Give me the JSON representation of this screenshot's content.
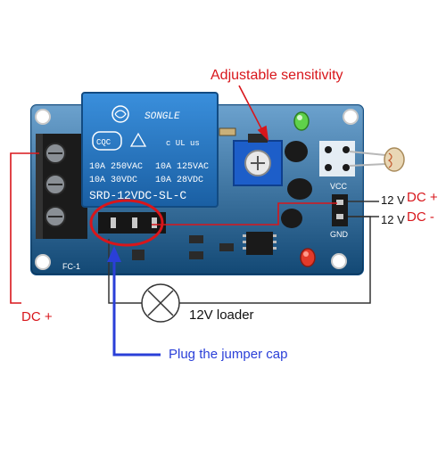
{
  "annotations": {
    "sensitivity": "Adjustable sensitivity",
    "dc_plus_left": "DC +",
    "loader": "12V loader",
    "jumper": "Plug the jumper cap",
    "v12_top": "12 V",
    "dc_plus_right": "DC +",
    "v12_bottom": "12 V",
    "dc_minus_right": "DC -"
  },
  "relay": {
    "brand": "SONGLE",
    "cqc": "CQC",
    "ul_mark": "c UL us",
    "spec_row1_a": "10A 250VAC",
    "spec_row1_b": "10A 125VAC",
    "spec_row2_a": "10A  30VDC",
    "spec_row2_b": "10A  28VDC",
    "model": "SRD-12VDC-SL-C"
  },
  "board": {
    "label": "FC-1",
    "vcc": "VCC",
    "gnd": "GND"
  },
  "colors": {
    "board": "#1c6fb3",
    "relay": "#1f73c4",
    "annotation_red": "#d8161b",
    "annotation_blue": "#2a3fd8",
    "wire": "#333333"
  }
}
